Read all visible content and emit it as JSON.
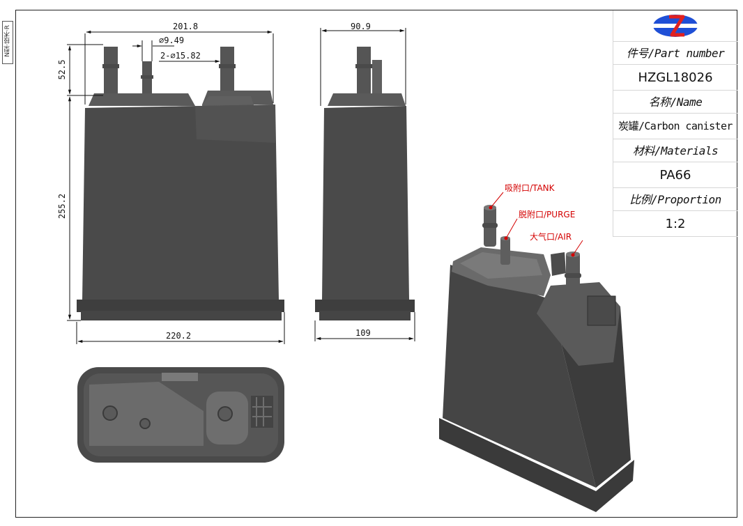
{
  "side_mark": "N型·技术·R",
  "dimensions": {
    "top_width": "201.8",
    "small_dia": "∅9.49",
    "large_dia": "2-∅15.82",
    "nozzle_height": "52.5",
    "body_height": "255.2",
    "base_width": "220.2",
    "side_top_width": "90.9",
    "side_base_width": "109"
  },
  "callouts": {
    "tank": "吸附口/TANK",
    "purge": "脱附口/PURGE",
    "air": "大气口/AIR"
  },
  "title_block": {
    "part_number_label": "件号/Part number",
    "part_number_value": "HZGL18026",
    "name_label": "名称/Name",
    "name_value": "炭罐/Carbon canister",
    "materials_label": "材料/Materials",
    "materials_value": "PA66",
    "proportion_label": "比例/Proportion",
    "proportion_value": "1:2"
  },
  "colors": {
    "body": "#4a4a4a",
    "body_dark": "#3a3a3a",
    "body_light": "#5e5e5e",
    "callout": "#d40000",
    "logo_blue": "#1f4fd6",
    "logo_red": "#e02020"
  }
}
